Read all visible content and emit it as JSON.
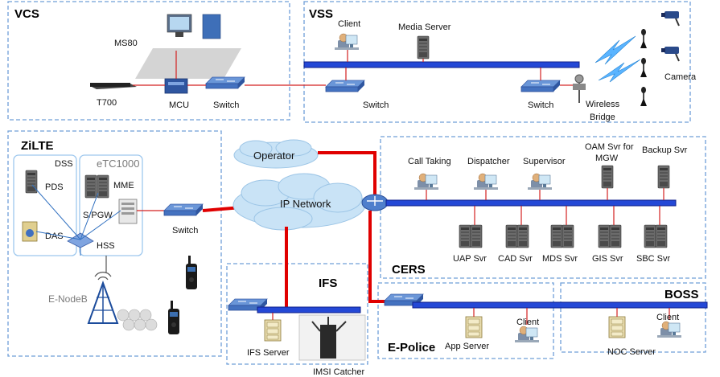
{
  "zones": {
    "vcs": "VCS",
    "vss": "VSS",
    "zilte": "ZiLTE",
    "cers": "CERS",
    "ifs": "IFS",
    "epolice": "E-Police",
    "boss": "BOSS"
  },
  "vcs": {
    "ms80": "MS80",
    "t700": "T700",
    "mcu": "MCU",
    "switch": "Switch"
  },
  "vss": {
    "client": "Client",
    "media_server": "Media Server",
    "switch_left": "Switch",
    "switch_right": "Switch",
    "wireless_bridge_line1": "Wireless",
    "wireless_bridge_line2": "Bridge",
    "camera": "Camera"
  },
  "zilte": {
    "dss": "DSS",
    "pds": "PDS",
    "das": "DAS",
    "etc1000": "eTC1000",
    "mme": "MME",
    "spgw": "S/PGW",
    "hss": "HSS",
    "switch": "Switch",
    "enodeb": "E-NodeB"
  },
  "center": {
    "operator": "Operator",
    "ip_network": "IP Network"
  },
  "cers": {
    "call_taking": "Call Taking",
    "dispatcher": "Dispatcher",
    "supervisor": "Supervisor",
    "oam_line1": "OAM Svr for",
    "oam_line2": "MGW",
    "backup": "Backup Svr",
    "uap": "UAP Svr",
    "cad": "CAD Svr",
    "mds": "MDS Svr",
    "gis": "GIS Svr",
    "sbc": "SBC Svr"
  },
  "ifs": {
    "ifs_server": "IFS   Server",
    "imsi_catcher": "IMSI Catcher"
  },
  "epolice": {
    "app_server": "App Server",
    "client": "Client"
  },
  "boss": {
    "noc_server": "NOC Server",
    "client": "Client"
  },
  "colors": {
    "zone_border": "#6f9fd8",
    "bus": "#2448d6",
    "link_red": "#e00000",
    "cloud": "#c9e3f6"
  }
}
